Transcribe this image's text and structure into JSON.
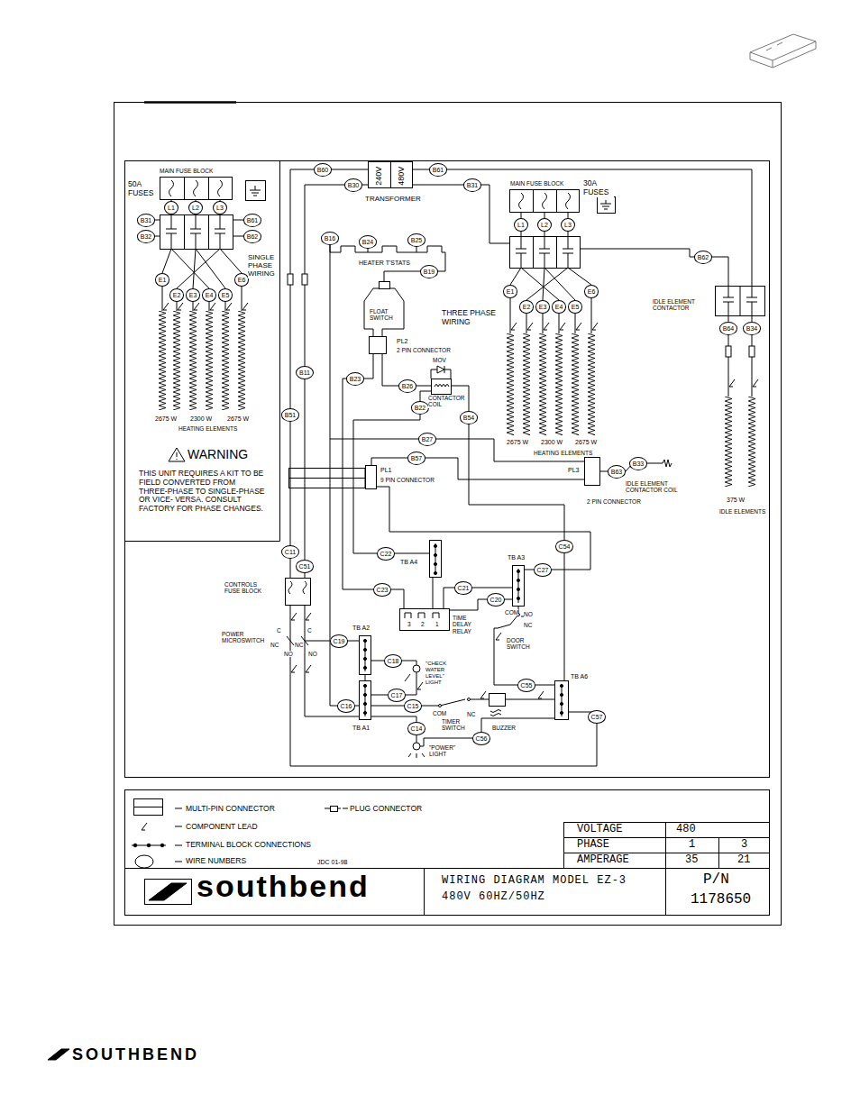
{
  "diagram": {
    "title": "WIRING DIAGRAM MODEL EZ-3 480V 60HZ/50HZ",
    "nodes": [
      {
        "text": [
          "MAIN FUSE BLOCK",
          "50A FUSES"
        ]
      },
      {
        "text": [
          "240V",
          "480V",
          "TRANSFORMER"
        ]
      },
      {
        "text": [
          "MAIN FUSE BLOCK",
          "30A FUSES"
        ]
      },
      {
        "text": [
          "PL2",
          "2 PIN CONNECTOR"
        ]
      },
      {
        "text": [
          "IDLE ELEMENT CONTACTOR"
        ]
      },
      {
        "text": [
          "PL1",
          "9 PIN CONNECTOR"
        ]
      },
      {
        "text": [
          "PL3",
          "2 PIN CONNECTOR"
        ]
      },
      {
        "text": [
          "TB A4"
        ]
      },
      {
        "text": [
          "TB A3"
        ]
      },
      {
        "text": [
          "CONTROLS FUSE BLOCK"
        ]
      },
      {
        "text": [
          "TIME DELAY RELAY",
          "3",
          "2",
          "1"
        ]
      },
      {
        "text": [
          "TB A2"
        ]
      },
      {
        "text": [
          "TB A1"
        ]
      },
      {
        "text": [
          "TB A6"
        ]
      }
    ],
    "edges": [
      {
        "from": 11,
        "to": 12,
        "arrow": "none"
      },
      {
        "from": 7,
        "to": 10,
        "arrow": "none"
      },
      {
        "from": 10,
        "to": 8,
        "arrow": "none"
      }
    ],
    "labels": [
      "B60",
      "B61",
      "B30",
      "B31",
      "B31",
      "B32",
      "B61",
      "B62",
      "L1",
      "L2",
      "L3",
      "L1",
      "L2",
      "L3",
      "E1",
      "E2",
      "E3",
      "E4",
      "E5",
      "E6",
      "E1",
      "E2",
      "E3",
      "E4",
      "E5",
      "E6",
      "B16",
      "B24",
      "B25",
      "B19",
      "B62",
      "B64",
      "B34",
      "B11",
      "B23",
      "B26",
      "B22",
      "B54",
      "B51",
      "B27",
      "B57",
      "B33",
      "B63",
      "C11",
      "C51",
      "C22",
      "C54",
      "C21",
      "C27",
      "C23",
      "C20",
      "C19",
      "C18",
      "C17",
      "C16",
      "C15",
      "C14",
      "C56",
      "C55",
      "C57",
      "SINGLE PHASE WIRING",
      "HEATER T'STATS",
      "FLOAT SWITCH",
      "MOV",
      "CONTACTOR COIL",
      "THREE PHASE WIRING",
      "2675 W",
      "2300 W",
      "2675 W",
      "HEATING ELEMENTS",
      "2675 W",
      "2300 W",
      "2675 W",
      "HEATING ELEMENTS",
      "375 W",
      "IDLE ELEMENTS",
      "IDLE ELEMENT CONTACTOR COIL",
      "WARNING",
      "THIS UNIT REQUIRES A KIT TO BE FIELD CONVERTED FROM THREE-PHASE TO SINGLE-PHASE OR VICE- VERSA. CONSULT FACTORY FOR PHASE CHANGES.",
      "COM",
      "NO",
      "NC",
      "DOOR SWITCH",
      "POWER MICROSWITCH",
      "C",
      "NC",
      "NO",
      "C",
      "NC",
      "NO",
      "\"CHECK WATER LEVEL\" LIGHT",
      "COM",
      "NC",
      "TIMER SWITCH",
      "BUZZER",
      "\"POWER\" LIGHT",
      "JDC 01-98",
      "VOLTAGE",
      "480",
      "PHASE",
      "1",
      "3",
      "AMPERAGE",
      "35",
      "21",
      "P/N",
      "1178650",
      "southbend",
      "SOUTHBEND"
    ],
    "legend": [
      {
        "text": "MULTI-PIN CONNECTOR"
      },
      {
        "text": "PLUG CONNECTOR"
      },
      {
        "text": "COMPONENT LEAD"
      },
      {
        "text": "TERMINAL BLOCK CONNECTIONS"
      },
      {
        "text": "WIRE NUMBERS"
      }
    ]
  }
}
